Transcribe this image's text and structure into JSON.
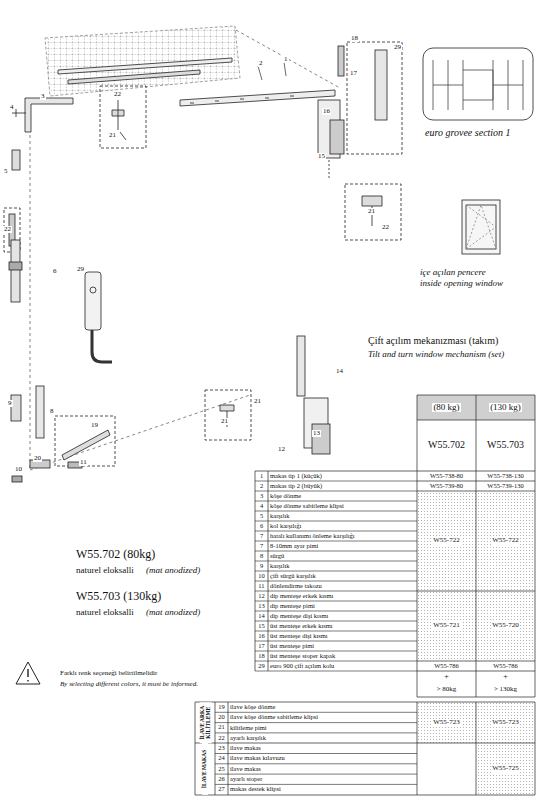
{
  "diagram": {
    "labels": [
      "18",
      "2",
      "1",
      "29",
      "17",
      "4",
      "3",
      "22",
      "21",
      "16",
      "15",
      "5",
      "22",
      "6",
      "29",
      "21",
      "22",
      "14",
      "9",
      "8",
      "19",
      "21",
      "12",
      "13",
      "21",
      "20",
      "11",
      "10",
      "euro grovee section 1",
      "içe açılan pencere",
      "inside opening window",
      "Çift açılım mekanızması (takım)",
      "Tilt and turn window mechanism (set)",
      "W55.702 (80kg)",
      "naturel eloksalli",
      "(mat anodized)",
      "W55.703 (130kg)",
      "naturel eloksalli",
      "(mat anodized)",
      "Farklı renk seçeneği belirtilmelidir",
      "By selecting different colors, it must be informed.",
      "(80 kg)",
      "(130 kg)",
      "W55.702",
      "W55.703",
      "1",
      "makas tip 1 (küçük)",
      "2",
      "makas tip 2 (büyük)",
      "3",
      "köşe dönme",
      "4",
      "köşe dönme sabitleme klipsi",
      "5",
      "karşılık",
      "6",
      "kol karşılığı",
      "7",
      "hatalı kullanımı önleme karşılığı",
      "7",
      "8-10mm ayar pimi",
      "8",
      "sürgü",
      "9",
      "karşılık",
      "10",
      "çift sürgü karşılık",
      "11",
      "dönlendirme takozu",
      "12",
      "dip menteşe erkek kısmı",
      "13",
      "dip menteşe pimi",
      "14",
      "dip menteşe dişi kısmı",
      "15",
      "üst menteşe erkek kısmı",
      "16",
      "üst menteşe dişi kısmı",
      "17",
      "üst menteşe pimi",
      "18",
      "üst menteşe stoper kapak",
      "29",
      "euro 900 çift açılım kolu",
      "W55-738-80",
      "W55-738-130",
      "W55-739-80",
      "W55-739-130",
      "W55-722",
      "W55-722",
      "W55-721",
      "W55-720",
      "W55-786",
      "W55-786",
      "+",
      "+",
      "> 80kg",
      "> 130kg",
      "İLAVE ARKA KİLİTLEME",
      "İLAVE MAKAS",
      "19",
      "ilave köşe dönme",
      "20",
      "ilave köşe dönme sabitleme klipsi",
      "21",
      "kilitleme pimi",
      "22",
      "ayarlı karşılık",
      "23",
      "ilave makas",
      "24",
      "ilave makas kılavuzu",
      "25",
      "ilave makas",
      "26",
      "ayarlı stoper",
      "27",
      "makas destek klipsi",
      "W55-723",
      "W55-723",
      "W55-725"
    ]
  }
}
